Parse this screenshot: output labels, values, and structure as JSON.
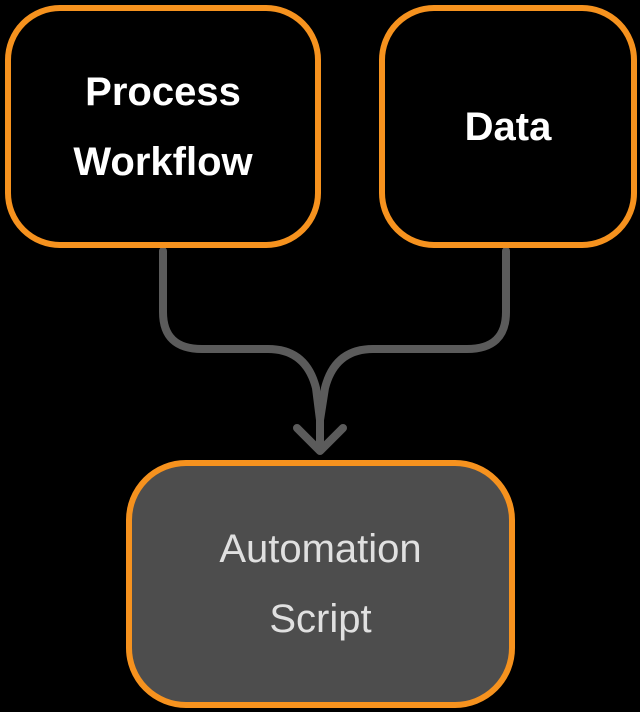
{
  "colors": {
    "background": "#000000",
    "accent-orange": "#F6921E",
    "connector-gray": "#5B5B5B",
    "node-dark-fill": "#4D4D4D",
    "node-dark-text": "#E0E0E0",
    "node-light-text": "#FFFFFF"
  },
  "nodes": {
    "process_workflow": {
      "line1": "Process",
      "line2": "Workflow"
    },
    "data": {
      "label": "Data"
    },
    "automation_script": {
      "line1": "Automation",
      "line2": "Script"
    }
  },
  "edges": [
    {
      "from": "process_workflow",
      "to": "automation_script"
    },
    {
      "from": "data",
      "to": "automation_script"
    }
  ]
}
